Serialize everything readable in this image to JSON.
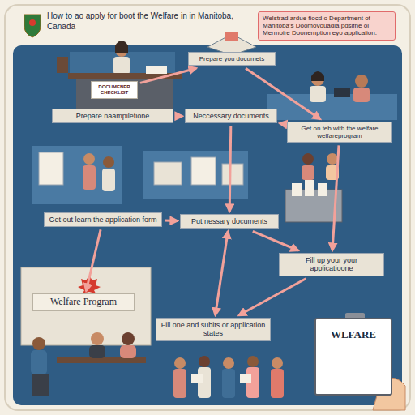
{
  "diagram": {
    "title": "How to ao apply for boot the Welfare in in Manitoba, Canada",
    "nodes": [
      {
        "text": [
          "DOCUMENER CHECKLIST"
        ]
      },
      {
        "text": [
          "Welstrad ardue fiocd o Department of Manitoba's Doomovouadia pdsifne ol Mermoire Doonemption eyo applicaiion."
        ]
      },
      {
        "text": [
          "Prepare you documets"
        ]
      },
      {
        "text": [
          "Prepare naampiletione"
        ]
      },
      {
        "text": [
          "Neccessary documents"
        ]
      },
      {
        "text": [
          "Get on teb with the welfare welfareprogram"
        ]
      },
      {
        "text": [
          "Get out learn the application form"
        ]
      },
      {
        "text": [
          "Put nessary documents"
        ]
      },
      {
        "text": [
          "Fill up your your applicatioone"
        ]
      },
      {
        "text": [
          "Welfare Program"
        ]
      },
      {
        "text": [
          "Fill one and subits or application states"
        ]
      },
      {
        "text": [
          "WLFARE"
        ]
      }
    ],
    "edges": [
      {
        "from": 0,
        "to": 2,
        "arrow": "to"
      },
      {
        "from": 2,
        "to": 5,
        "arrow": "to"
      },
      {
        "from": 3,
        "to": 4,
        "arrow": "to"
      },
      {
        "from": 5,
        "to": 4,
        "arrow": "to"
      },
      {
        "from": 4,
        "to": 7,
        "arrow": "to"
      },
      {
        "from": 6,
        "to": 7,
        "arrow": "to"
      },
      {
        "from": 7,
        "to": 8,
        "arrow": "to"
      },
      {
        "from": 5,
        "to": 8,
        "arrow": "to"
      },
      {
        "from": 7,
        "to": 10,
        "arrow": "both"
      },
      {
        "from": 6,
        "to": 9,
        "arrow": "to"
      },
      {
        "from": 8,
        "to": 10,
        "arrow": "to"
      }
    ]
  }
}
